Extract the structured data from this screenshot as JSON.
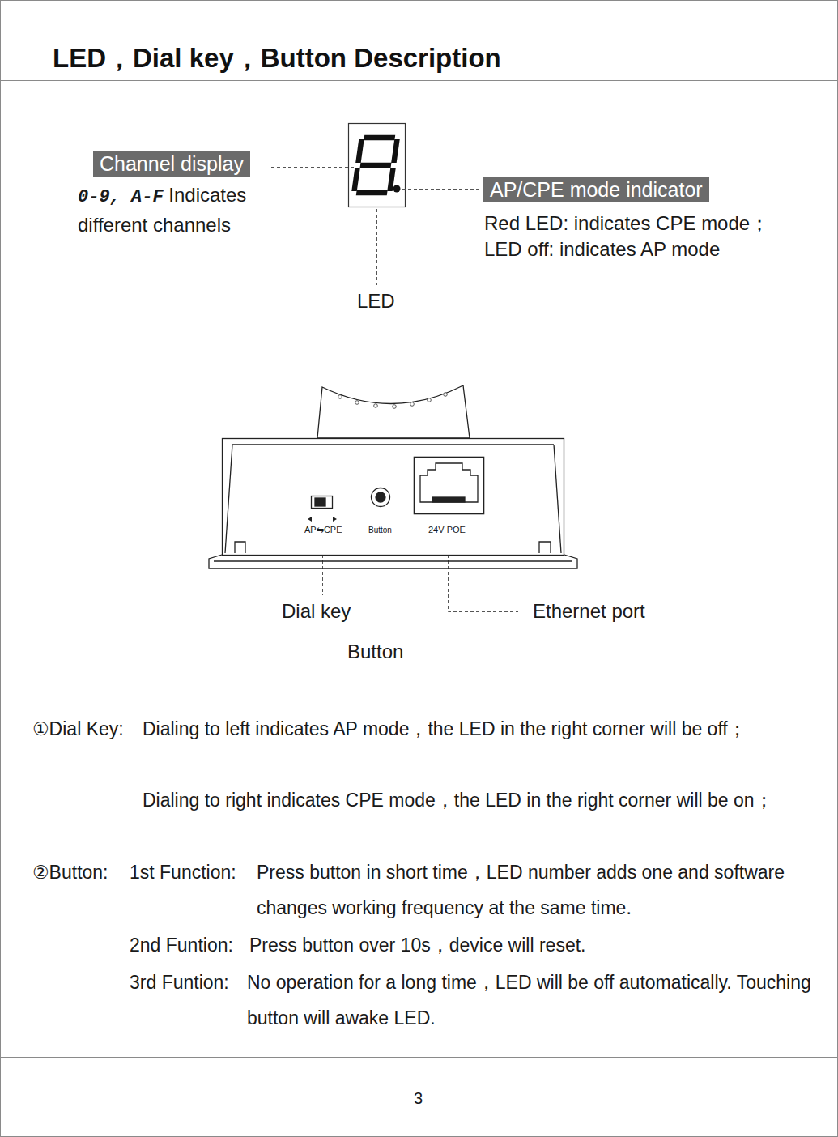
{
  "diagram": {
    "title": "LED，Dial key，Button Description",
    "nodes": [
      {
        "text": [
          "Channel display"
        ]
      },
      {
        "text": [
          "AP/CPE mode indicator"
        ]
      }
    ],
    "labels": [
      "0-9, A-F",
      "Indicates different channels",
      "Red LED: indicates CPE mode；",
      "LED off: indicates AP mode",
      "LED",
      "AP⇋CPE",
      "Button",
      "24V POE",
      "Dial key",
      "Button",
      "Ethernet port",
      "①Dial Key:",
      "Dialing to left indicates AP mode，the LED in the right corner will be off；",
      "Dialing to right indicates CPE mode，the LED in the right corner will be on；",
      "②Button:",
      "1st Function:",
      "Press button in short time，LED number adds one and software changes working frequency at the same time.",
      "2nd Funtion:",
      "Press button over 10s，device will reset.",
      "3rd Funtion:",
      "No operation for a long time，LED will be off automatically. Touching button will awake LED.",
      "3"
    ]
  }
}
